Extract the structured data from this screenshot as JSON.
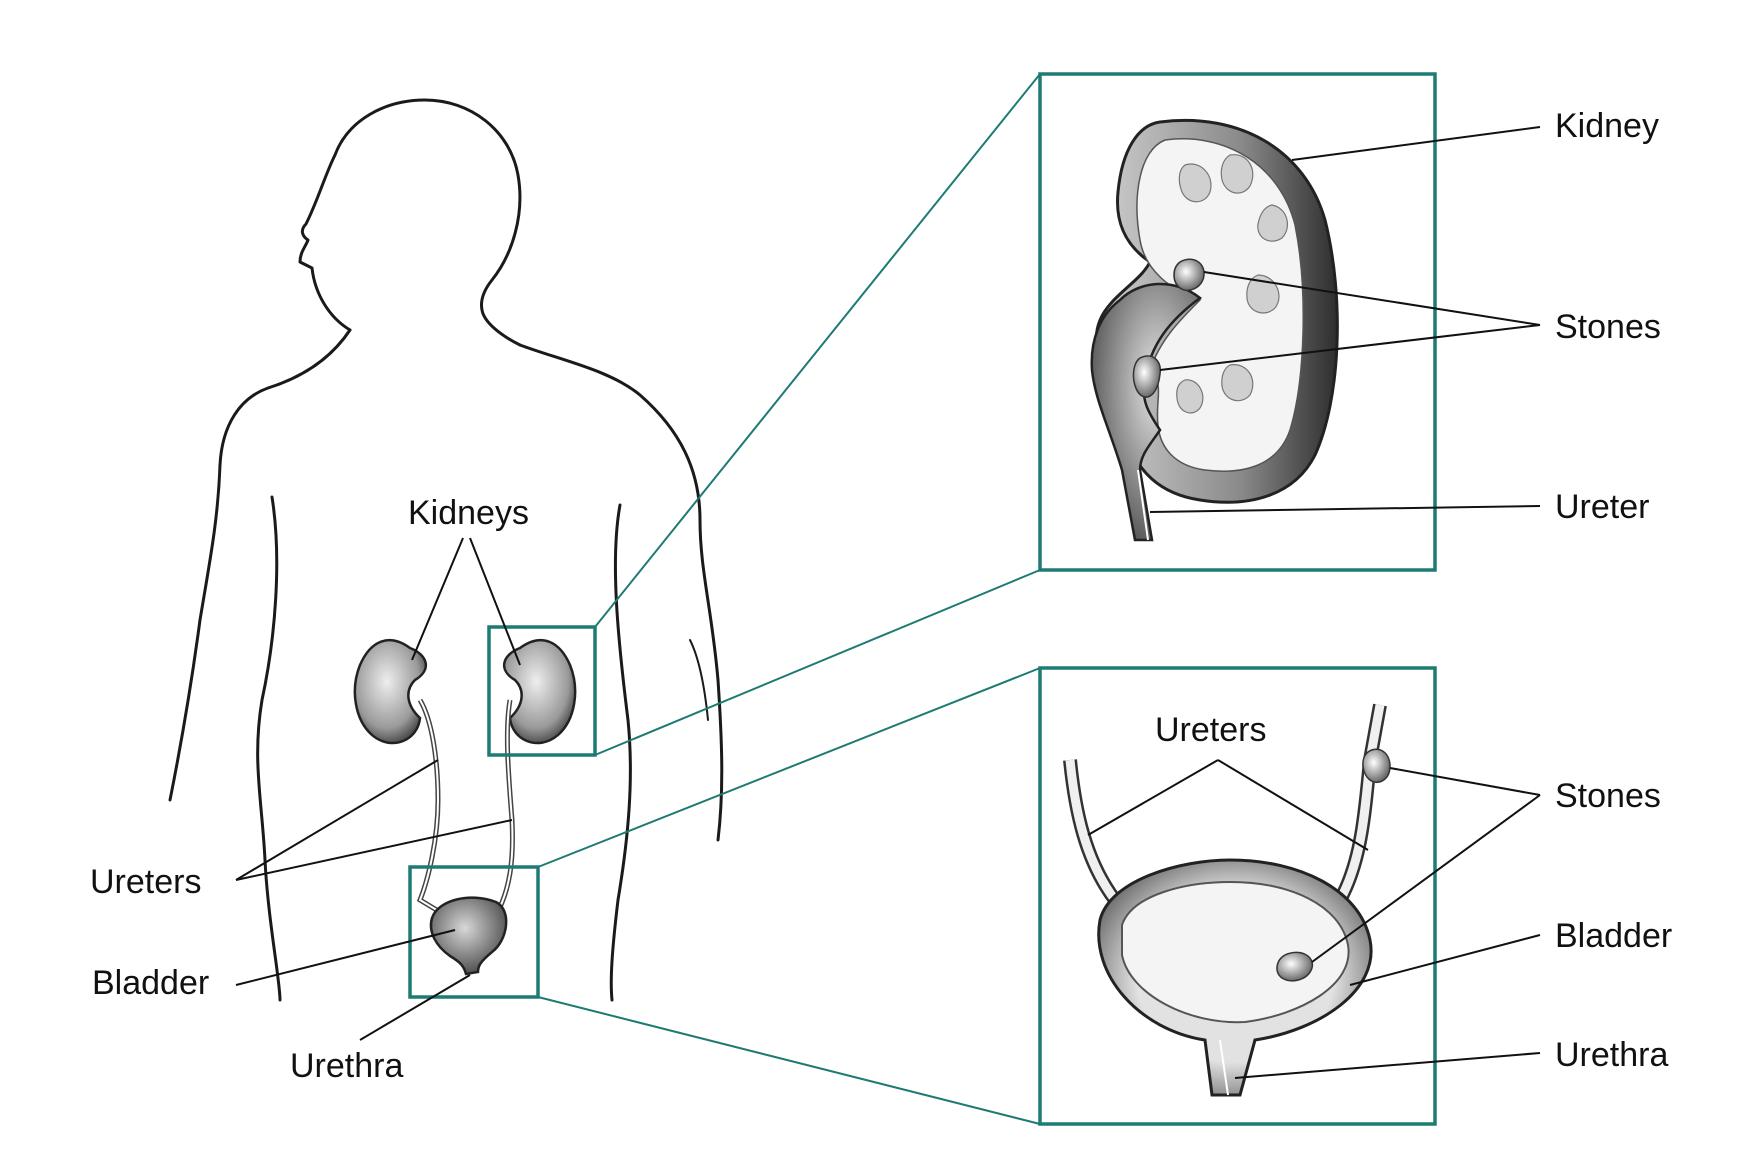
{
  "colors": {
    "accent": "#1e7b73",
    "ink": "#111111",
    "background": "#ffffff"
  },
  "labels": {
    "kidneys": "Kidneys",
    "ureters_left": "Ureters",
    "bladder_left": "Bladder",
    "urethra_left": "Urethra",
    "kidney": "Kidney",
    "stones_top": "Stones",
    "ureter": "Ureter",
    "ureters_inset": "Ureters",
    "stones_bottom": "Stones",
    "bladder_right": "Bladder",
    "urethra_right": "Urethra"
  }
}
